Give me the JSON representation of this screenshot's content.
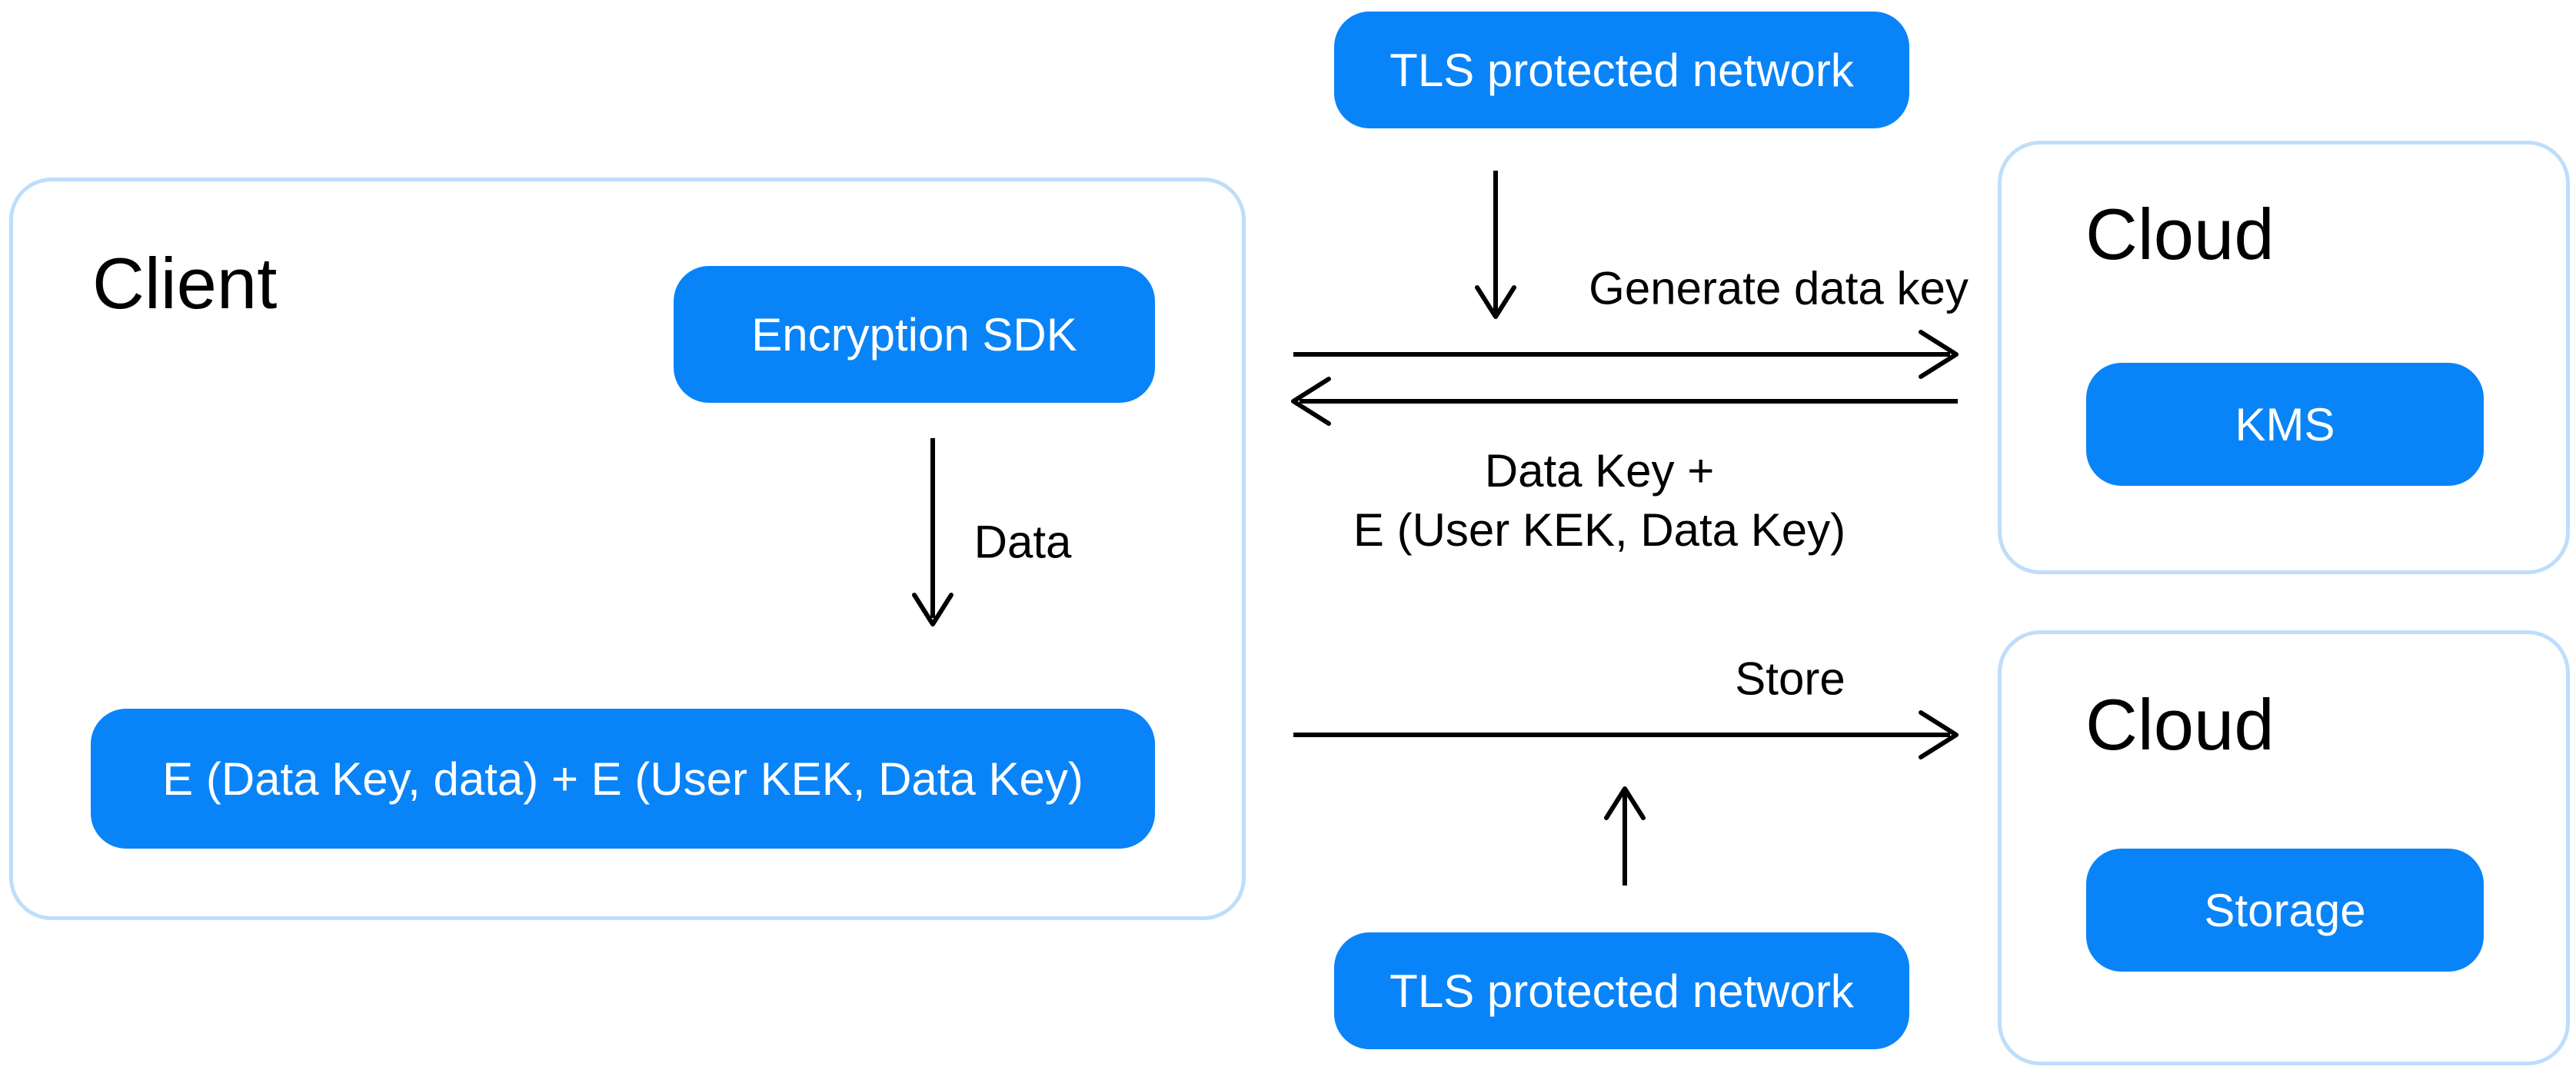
{
  "colors": {
    "pill_blue": "#0984F8",
    "container_border": "#BEDEFA",
    "text_dark": "#000000",
    "pill_text": "#FFFFFF",
    "background": "#FFFFFF"
  },
  "nodes": {
    "tls_top": {
      "label": "TLS protected network"
    },
    "tls_bottom": {
      "label": "TLS protected network"
    },
    "client": {
      "title": "Client",
      "sdk_label": "Encryption SDK",
      "payload_label": "E (Data Key, data) + E (User KEK, Data Key)"
    },
    "cloud_kms": {
      "title": "Cloud",
      "service_label": "KMS"
    },
    "cloud_storage": {
      "title": "Cloud",
      "service_label": "Storage"
    }
  },
  "edges": {
    "generate_label": "Generate data key",
    "data_label": "Data",
    "return_line1": "Data Key +",
    "return_line2": "E (User KEK, Data Key)",
    "store_label": "Store"
  }
}
